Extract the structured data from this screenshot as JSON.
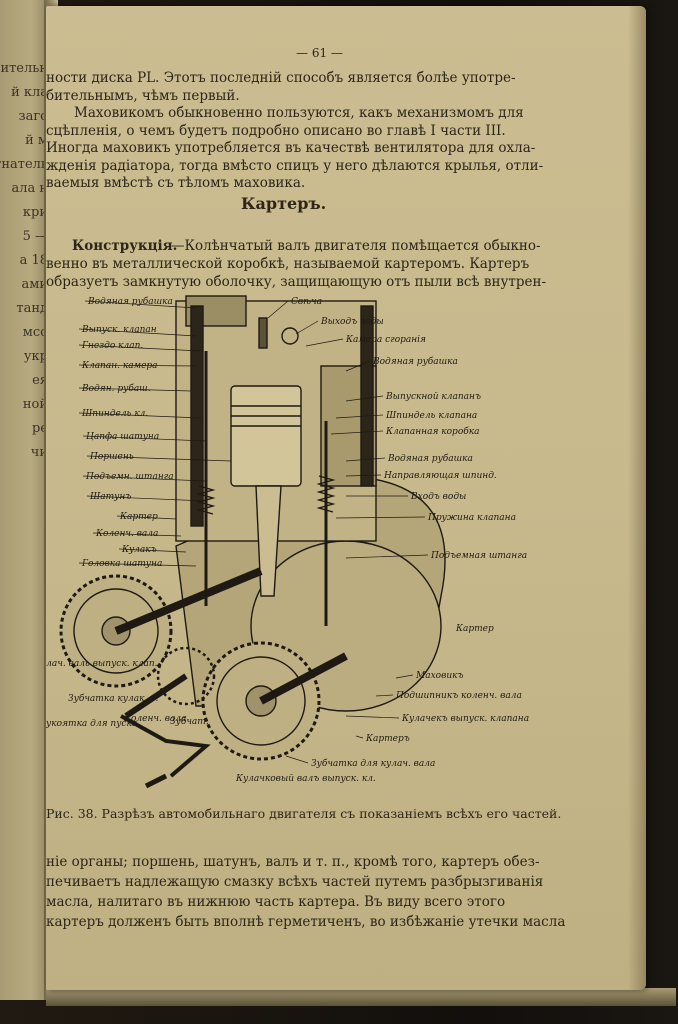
{
  "left_page_fragments": [
    "ительн",
    "й кла",
    "заго",
    "й м",
    "гнатель",
    "ала н",
    "кри",
    "5 —",
    "а 18",
    "ами",
    "танд",
    "мсо",
    "укр",
    "ея",
    "ной",
    "ре",
    "чи"
  ],
  "page_number": "— 61 —",
  "paragraph_top": [
    "ности диска PL. Этотъ последній способъ является болѣе употре-",
    "бительнымъ, чѣмъ первый.",
    "Маховикомъ обыкновенно пользуются, какъ механизмомъ для",
    "сцѣпленія, о чемъ будетъ подробно описано во главѣ I части III.",
    "Иногда маховикъ употребляется въ качествѣ вентилятора для охла-",
    "жденія радіатора, тогда вмѣсто спицъ у него дѣлаются крылья, отли-",
    "ваемыя вмѣстѣ съ тѣломъ маховика."
  ],
  "heading": "Картеръ.",
  "paragraph_construction": {
    "lead": "Конструкція.",
    "lines": [
      "—Колѣнчатый валъ двигателя помѣщается обыкно-",
      "венно въ металлической коробкѣ, называемой картеромъ. Картеръ",
      "образуетъ замкнутую оболочку, защищающую отъ пыли всѣ внутрен-"
    ]
  },
  "figure_labels_left": [
    "Водяная рубашка",
    "Выпуск. клапан",
    "Гнездо клап.",
    "Клапан. камера",
    "Водян. рубаш.",
    "Шпиндель кл.",
    "Цапфа шатуна",
    "Поршень",
    "Подъемн. штанга",
    "Шатунъ",
    "Картер",
    "Коленч. вала",
    "Кулакъ",
    "Головка шатуна",
    "Кулач. валь выпуск. клап.",
    "Зубчатка кулак. в.",
    "Рукоятка для пуска",
    "Коленч. вала",
    "Зубчат."
  ],
  "figure_labels_right": [
    "Свѣча",
    "Выходъ воды",
    "Камера сгоранія",
    "Водяная рубашка",
    "Выпускной клапанъ",
    "Шпиндель клапана",
    "Клапанная коробка",
    "Водяная рубашка",
    "Направляющая шпинд.",
    "Входъ воды",
    "Пружина клапана",
    "Подъемная штанга",
    "Картер",
    "Маховикъ",
    "Подшипникъ коленч. вала",
    "Кулачекъ выпуск. клапана",
    "Картеръ",
    "Зубчатка для кулач. вала",
    "Кулачковый валъ выпуск. кл."
  ],
  "caption": "Рис. 38. Разрѣзъ автомобильнаго двигателя съ показаніемъ всѣхъ его частей.",
  "paragraph_bottom": [
    "ніе органы; поршень, шатунъ, валъ и т. п., кромѣ того, картеръ обез-",
    "печиваетъ надлежащую смазку всѣхъ частей путемъ разбрызгиванія",
    "масла, налитаго въ нижнюю часть картера. Въ виду всего этого",
    "картеръ долженъ быть вполнѣ герметиченъ, во избѣжаніе утечки масла"
  ]
}
